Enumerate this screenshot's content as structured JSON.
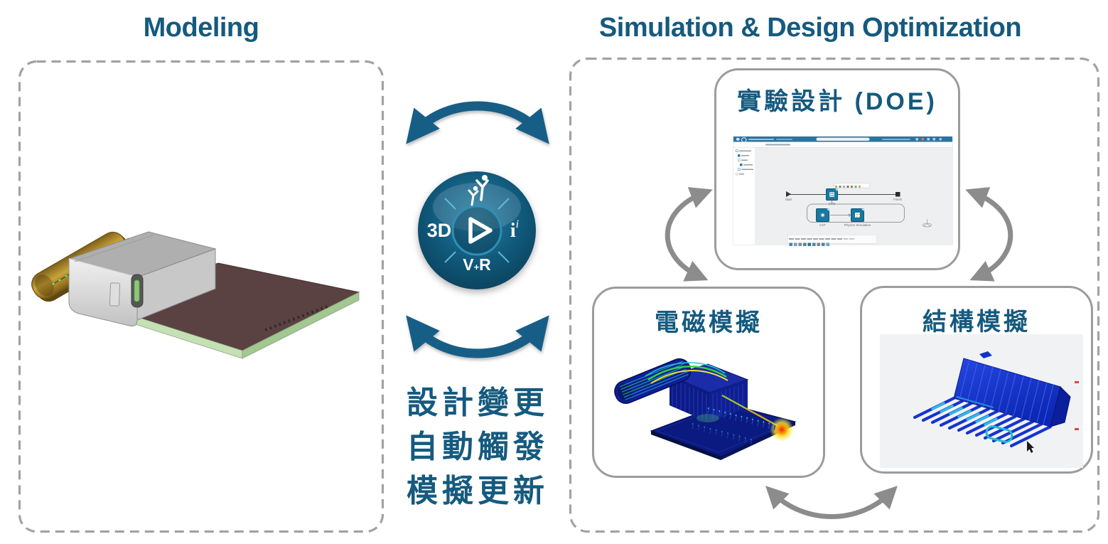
{
  "colors": {
    "teal_text": "#155A7F",
    "teal_arrow": "#175E87",
    "gray_arrow": "#8C8C8C",
    "box_border": "#9C9C9C",
    "dashed_border": "#A2A2A2",
    "doe_header_teal": "#2B74A2",
    "node_teal": "#1878A0"
  },
  "left_panel": {
    "title": "Modeling"
  },
  "center": {
    "caption_lines": {
      "line1": "設計變更",
      "line2": "自動觸發",
      "line3": "模擬更新"
    },
    "logo": {
      "left": "3D",
      "right_main": "i",
      "right_sup": "i",
      "bottom_v": "V",
      "bottom_plus": "+",
      "bottom_r": "R"
    }
  },
  "right_panel": {
    "title": "Simulation & Design Optimization",
    "doe_box": {
      "title": "實驗設計 (DOE)",
      "screenshot": {
        "flow_labels": {
          "start": "Start",
          "doe": "DOE",
          "finish": "Finish",
          "node_left": "CST",
          "node_right": "Physics Simulation"
        }
      }
    },
    "em_box": {
      "title": "電磁模擬"
    },
    "struct_box": {
      "title": "結構模擬"
    }
  }
}
